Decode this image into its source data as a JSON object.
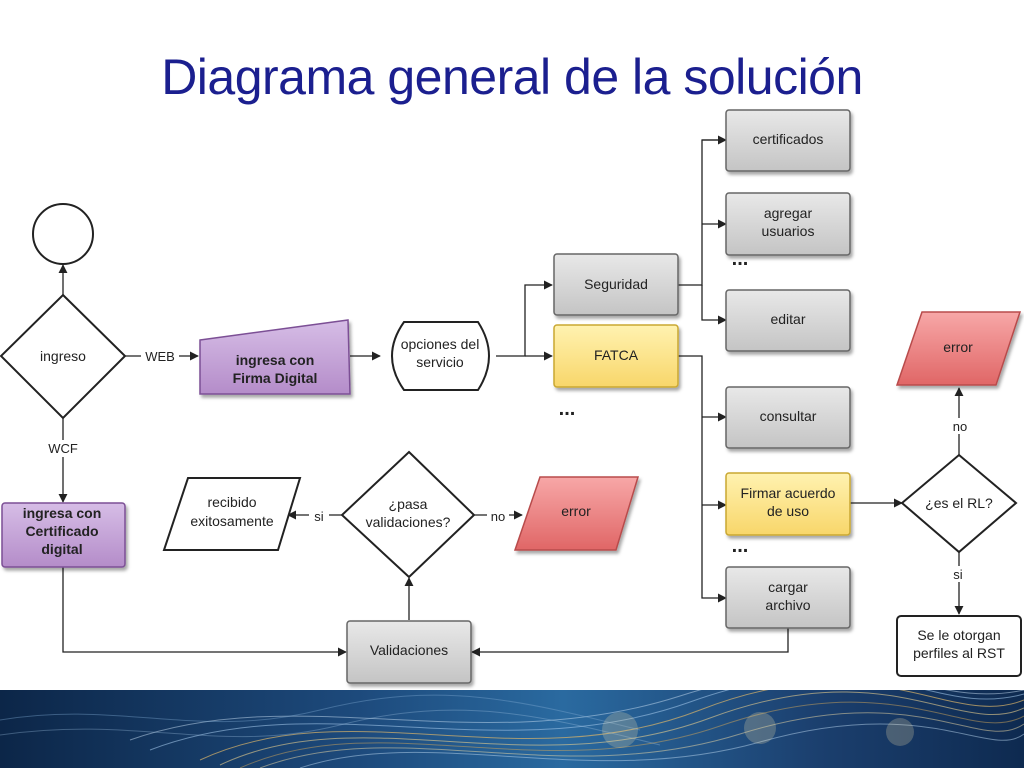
{
  "slide": {
    "title": "Diagrama general de la solución"
  },
  "nodes": {
    "ingreso": "ingreso",
    "web_box": [
      "ingresa con",
      "Firma Digital"
    ],
    "opciones": [
      "opciones del",
      "servicio"
    ],
    "seguridad": "Seguridad",
    "fatca": "FATCA",
    "certificados": "certificados",
    "agregar": [
      "agregar",
      "usuarios"
    ],
    "editar": "editar",
    "consultar": "consultar",
    "firmar": [
      "Firmar acuerdo",
      "de uso"
    ],
    "cargar": [
      "cargar",
      "archivo"
    ],
    "error_top": "error",
    "es_rl": "¿es el RL?",
    "otorgan": [
      "Se le otorgan",
      "perfiles al RST"
    ],
    "cert_box": [
      "ingresa con",
      "Certificado",
      "digital"
    ],
    "recibido": [
      "recibido",
      "exitosamente"
    ],
    "pasa": [
      "¿pasa",
      "validaciones?"
    ],
    "error_mid": "error",
    "validaciones": "Validaciones"
  },
  "edges": {
    "web": "WEB",
    "wcf": "WCF",
    "si_left": "si",
    "no_mid": "no",
    "no_right": "no",
    "si_right": "si"
  },
  "ellipsis": "...",
  "colors": {
    "title": "#1b1f8f",
    "gray_fill": "#cccccc",
    "purple_fill": "#c5a3d9",
    "yellow_fill": "#fbe38a",
    "red_fill": "#ef8a8a",
    "stroke": "#444444"
  }
}
